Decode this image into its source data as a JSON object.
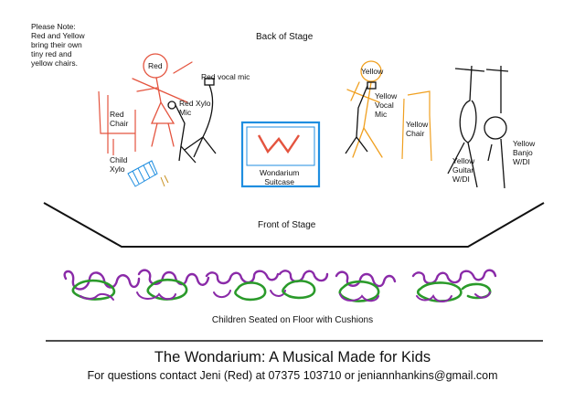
{
  "note": "Please Note:\nRed and Yellow\nbring their own\ntiny red and\nyellow chairs.",
  "labels": {
    "back_of_stage": "Back of Stage",
    "red": "Red",
    "red_vocal_mic": "Red vocal mic",
    "red_xylo_mic": "Red Xylo\nMic",
    "red_chair": "Red\nChair",
    "child_xylo": "Child\nXylo",
    "wondarium_suitcase": "Wondarium\nSuitcase",
    "yellow": "Yellow",
    "yellow_vocal_mic": "Yellow\nVocal\nMic",
    "yellow_chair": "Yellow\nChair",
    "yellow_guitar": "Yellow\nGuitar\nW/DI",
    "yellow_banjo": "Yellow\nBanjo\nW/DI",
    "front_of_stage": "Front of Stage",
    "children_seated": "Children Seated on Floor with Cushions"
  },
  "footer": {
    "title": "The Wondarium: A Musical Made for Kids",
    "contact": "For questions contact Jeni (Red) at 07375 103710 or jeniannhankins@gmail.com"
  },
  "colors": {
    "red": "#e4543f",
    "yellow": "#f0a020",
    "blue": "#1f8ee0",
    "purple": "#8a2aa8",
    "green": "#2a9a2a",
    "ink": "#111111"
  }
}
